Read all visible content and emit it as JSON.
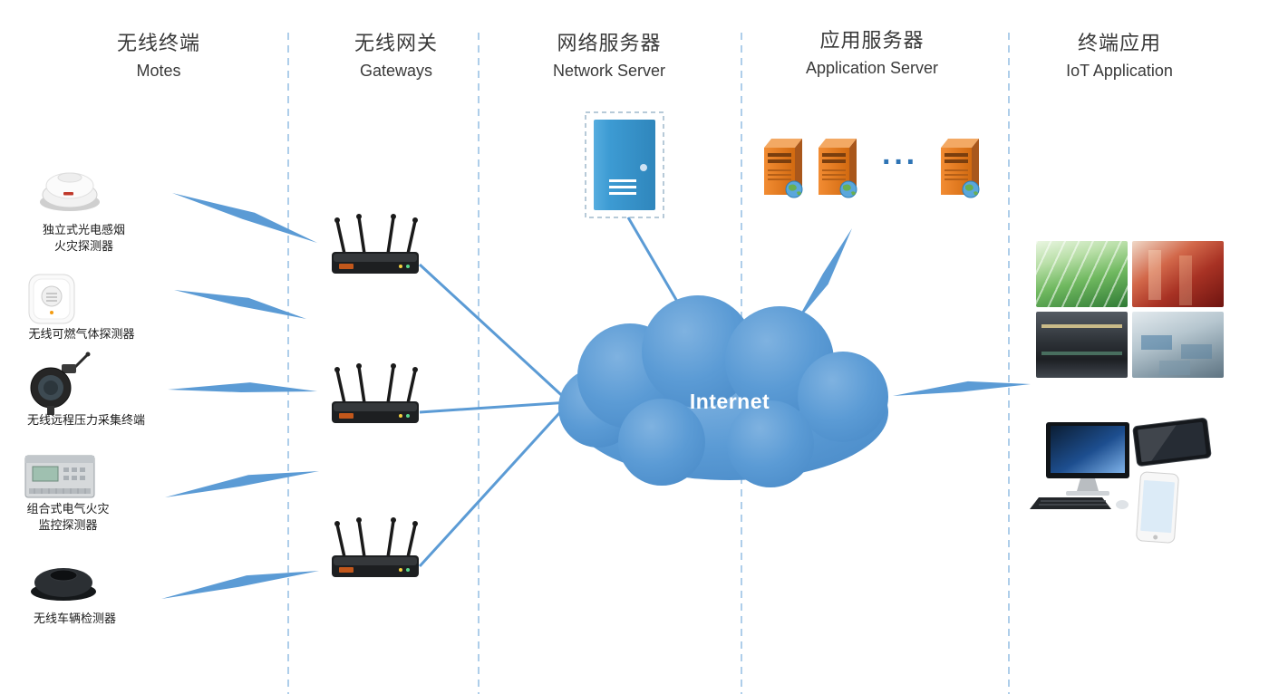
{
  "columns": [
    {
      "zh": "无线终端",
      "en": "Motes"
    },
    {
      "zh": "无线网关",
      "en": "Gateways"
    },
    {
      "zh": "网络服务器",
      "en": "Network Server"
    },
    {
      "zh": "应用服务器",
      "en": "Application Server"
    },
    {
      "zh": "终端应用",
      "en": "IoT Application"
    }
  ],
  "devices": [
    {
      "label": "独立式光电感烟\n火灾探测器"
    },
    {
      "label": "无线可燃气体探测器"
    },
    {
      "label": "无线远程压力采集终端"
    },
    {
      "label": "组合式电气火灾\n监控探测器"
    },
    {
      "label": "无线车辆检测器"
    }
  ],
  "cloud": {
    "label": "Internet"
  },
  "app_server": {
    "ellipsis": "···"
  },
  "colors": {
    "accent_blue": "#5B9BD5",
    "separator_blue": "#A6C9E8",
    "network_server_blue": "#3D9BD3",
    "app_server_orange": "#E07B28",
    "cloud_text": "#FFFFFF"
  }
}
